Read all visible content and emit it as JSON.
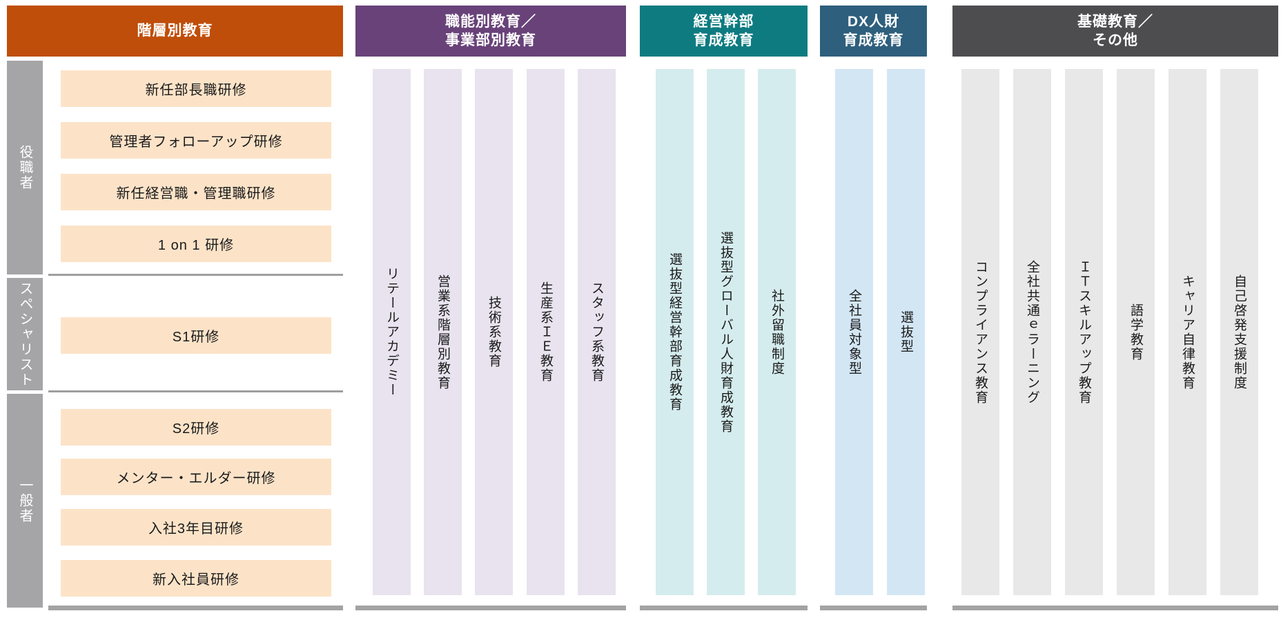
{
  "diagram": {
    "type": "corporate-training-system-map",
    "sections": [
      {
        "title": "階層別教育",
        "title_lines": [
          "階層別教育"
        ],
        "header_color": "#bf4e0a",
        "item_color": "#fce3c8",
        "row_groups": [
          {
            "label": "役職者",
            "items": [
              "新任部長職研修",
              "管理者フォローアップ研修",
              "新任経営職・管理職研修",
              "1 on 1 研修"
            ]
          },
          {
            "label": "スペシャリスト",
            "items": [
              "S1研修"
            ]
          },
          {
            "label": "一般者",
            "items": [
              "S2研修",
              "メンター・エルダー研修",
              "入社3年目研修",
              "新入社員研修"
            ]
          }
        ]
      },
      {
        "title": "職能別教育／事業部別教育",
        "title_lines": [
          "職能別教育／",
          "事業部別教育"
        ],
        "header_color": "#684279",
        "item_color": "#e8e3ef",
        "columns": [
          "リテールアカデミー",
          "営業系階層別教育",
          "技術系教育",
          "生産系ＩＥ教育",
          "スタッフ系教育"
        ]
      },
      {
        "title": "経営幹部育成教育",
        "title_lines": [
          "経営幹部",
          "育成教育"
        ],
        "header_color": "#0e7b81",
        "item_color": "#d5ecee",
        "columns": [
          "選抜型経営幹部育成教育",
          "選抜型グローバル人財育成教育",
          "社外留職制度"
        ]
      },
      {
        "title": "DX人財育成教育",
        "title_lines": [
          "DX人財",
          "育成教育"
        ],
        "header_color": "#2e5f7d",
        "item_color": "#d3e6f4",
        "columns": [
          "全社員対象型",
          "選抜型"
        ]
      },
      {
        "title": "基礎教育／その他",
        "title_lines": [
          "基礎教育／",
          "その他"
        ],
        "header_color": "#4d4d50",
        "item_color": "#e8e8e9",
        "columns": [
          "コンプライアンス教育",
          "全社共通ｅラーニング",
          "ＩＴスキルアップ教育",
          "語学教育",
          "キャリア自律教育",
          "自己啓発支援制度"
        ]
      }
    ],
    "colors": {
      "sidebar_gray": "#a5a5a7",
      "divider_gray": "#9e9ea0",
      "baseline_gray": "#a3a3a5",
      "text_dark": "#1a1a1a",
      "header_text": "#ffffff"
    }
  }
}
